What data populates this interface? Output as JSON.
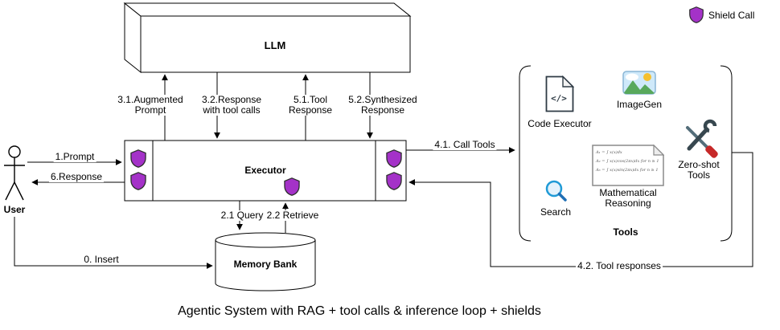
{
  "title": "Agentic System with RAG + tool calls & inference loop + shields",
  "legend": {
    "label": "Shield Call"
  },
  "nodes": {
    "llm": "LLM",
    "executor": "Executor",
    "memory_bank": "Memory Bank",
    "user": "User",
    "tools_group": "Tools"
  },
  "tools": {
    "code_executor": {
      "label": "Code Executor",
      "glyph": "</>"
    },
    "imagegen": {
      "label": "ImageGen"
    },
    "search": {
      "label": "Search"
    },
    "math_reasoning": {
      "label": [
        "Mathematical",
        "Reasoning"
      ],
      "doc_lines": [
        "A₁ = ∫ x(x)dx",
        "A₂ = ∫ x(x)cos(2πx)dx  for n ≥ 1",
        "A₃ = ∫ x(x)sin(2πx)dx  for n ≥ 1"
      ]
    },
    "zero_shot": {
      "label": [
        "Zero-shot",
        "Tools"
      ]
    }
  },
  "edges": {
    "insert": "0. Insert",
    "prompt": "1.Prompt",
    "query": "2.1 Query",
    "retrieve": "2.2 Retrieve",
    "augmented_prompt": [
      "3.1.Augmented",
      "Prompt"
    ],
    "response_with_tool_calls": [
      "3.2.Response",
      "with tool calls"
    ],
    "call_tools": "4.1. Call Tools",
    "tool_responses": "4.2. Tool responses",
    "tool_response": [
      "5.1.Tool",
      "Response"
    ],
    "synthesized_response": [
      "5.2.Synthesized",
      "Response"
    ],
    "response": "6.Response"
  },
  "colors": {
    "shield_fill": "#A432C8",
    "shield_stroke": "#2E2E2E",
    "line": "#000000",
    "search_blue": "#1F9AD6",
    "imagegen_sky": "#CFE9FA",
    "imagegen_green": "#58A85C",
    "imagegen_sun": "#F5C02F",
    "tool_dark": "#37474F",
    "tool_red": "#C62828",
    "background": "#FFFFFF"
  }
}
